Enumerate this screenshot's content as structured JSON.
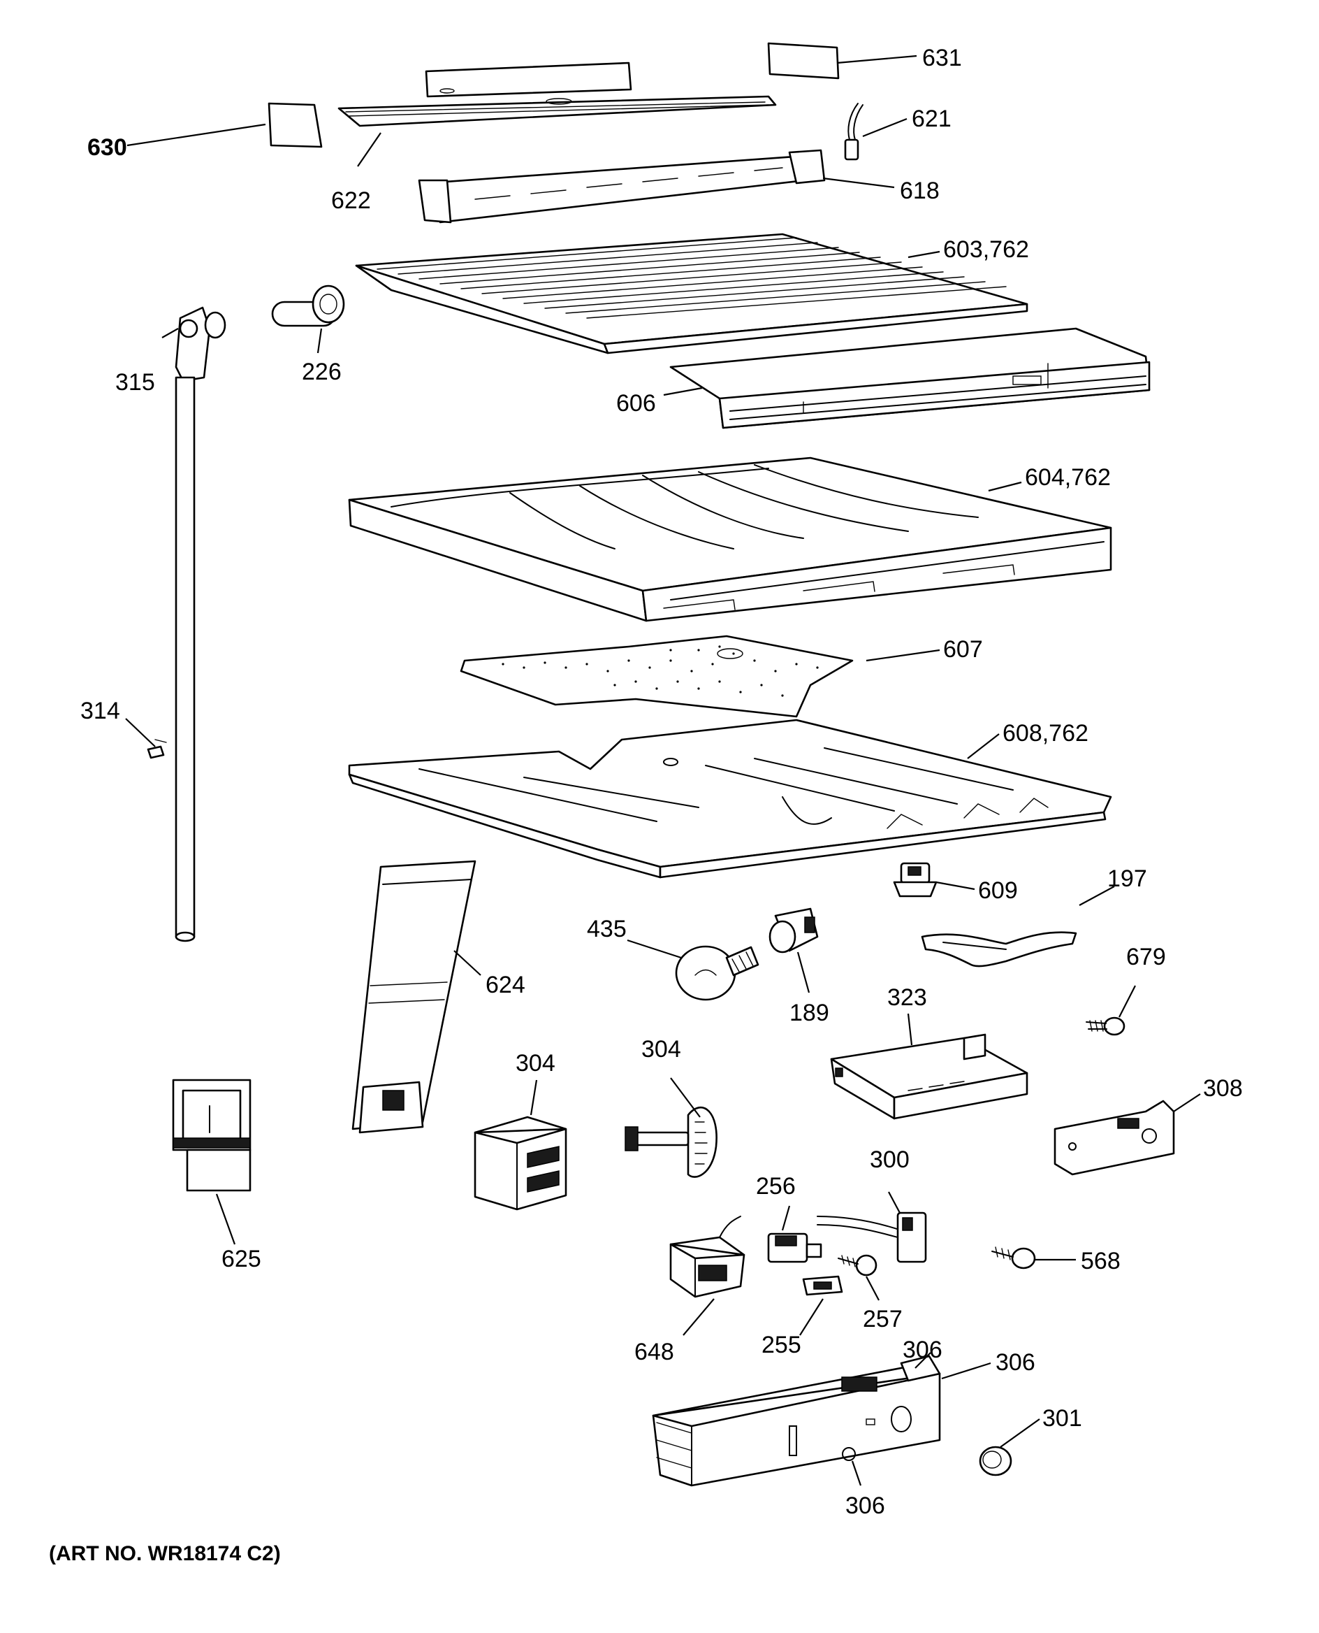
{
  "labels": {
    "p631": "631",
    "p621": "621",
    "p630": "630",
    "p622": "622",
    "p618": "618",
    "p603": "603,762",
    "p315": "315",
    "p226": "226",
    "p606": "606",
    "p604": "604,762",
    "p607": "607",
    "p314": "314",
    "p608": "608,762",
    "p609": "609",
    "p197": "197",
    "p435": "435",
    "p189": "189",
    "p624": "624",
    "p679": "679",
    "p323": "323",
    "p304a": "304",
    "p304b": "304",
    "p308": "308",
    "p300": "300",
    "p256": "256",
    "p625": "625",
    "p568": "568",
    "p257": "257",
    "p648": "648",
    "p255": "255",
    "p306a": "306",
    "p306b": "306",
    "p301": "301",
    "p306c": "306"
  },
  "art_number": "(ART NO. WR18174  C2)"
}
